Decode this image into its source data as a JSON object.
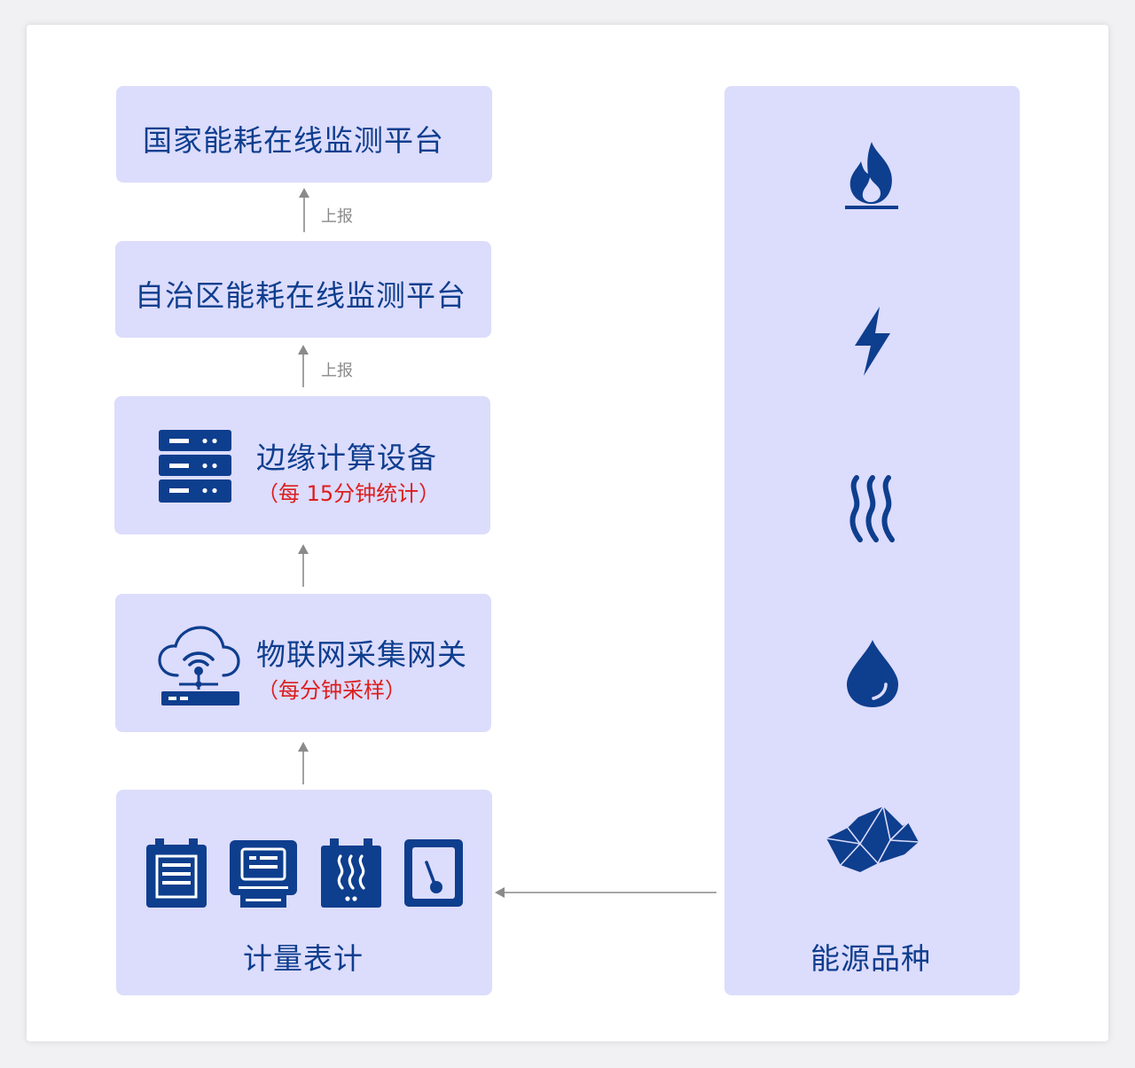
{
  "nodes": {
    "national_platform": "国家能耗在线监测平台",
    "regional_platform": "自治区能耗在线监测平台",
    "edge_device": {
      "title": "边缘计算设备",
      "note": "（每 15分钟统计）"
    },
    "iot_gateway": {
      "title": "物联网采集网关",
      "note": "（每分钟采样）"
    },
    "meters": {
      "title": "计量表计"
    },
    "energy_types": {
      "title": "能源品种"
    }
  },
  "edges": {
    "report_1": "上报",
    "report_2": "上报"
  },
  "icons": {
    "edge_device": "server-rack-icon",
    "iot_gateway": "cloud-wifi-gateway-icon",
    "meters": [
      "electric-meter-icon",
      "display-meter-icon",
      "heat-meter-icon",
      "gauge-meter-icon"
    ],
    "energy_types": [
      "gas-flame-icon",
      "electricity-bolt-icon",
      "steam-heat-icon",
      "water-drop-icon",
      "coal-icon"
    ]
  },
  "colors": {
    "box_fill": "#dcdcfc",
    "icon_blue": "#0e3e8e",
    "note_red": "#dd1d1d",
    "arrow_gray": "#8a8a8a"
  }
}
